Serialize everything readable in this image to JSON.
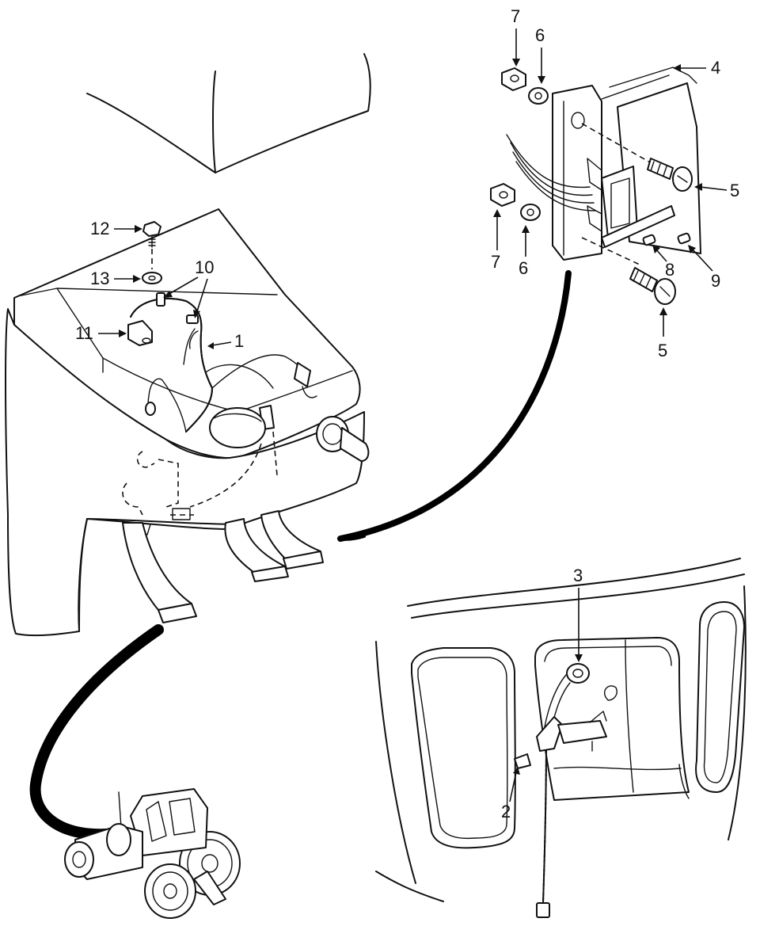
{
  "callouts": {
    "c1": "1",
    "c2": "2",
    "c3": "3",
    "c4": "4",
    "c5a": "5",
    "c5b": "5",
    "c6a": "6",
    "c6b": "6",
    "c7a": "7",
    "c7b": "7",
    "c8": "8",
    "c9": "9",
    "c10": "10",
    "c11": "11",
    "c12": "12",
    "c13": "13"
  }
}
